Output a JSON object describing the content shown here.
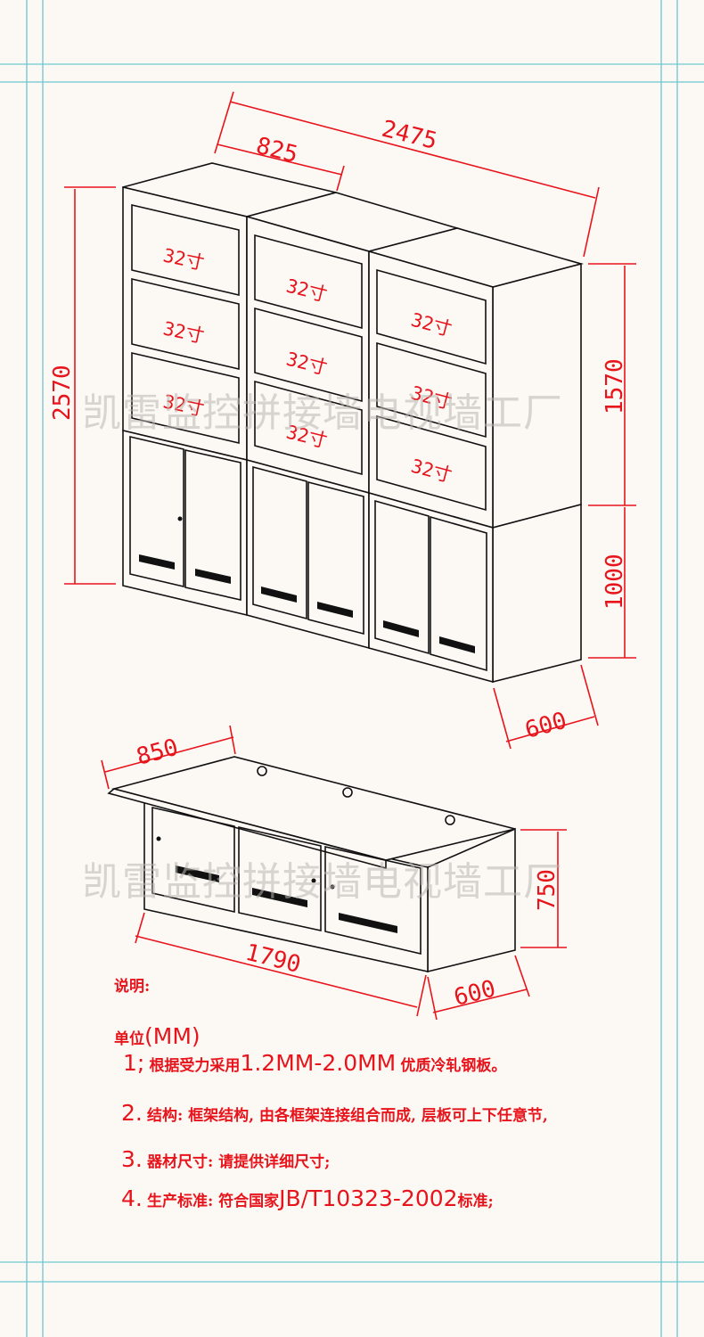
{
  "watermark": "凯雷监控拼接墙电视墙工厂",
  "cabinet": {
    "dimensions": {
      "total_width": "2475",
      "module_width": "825",
      "total_height": "2570",
      "upper_height": "1570",
      "lower_height": "1000",
      "depth": "600"
    },
    "screen_label": "32寸"
  },
  "console": {
    "dimensions": {
      "depth_top": "850",
      "length": "1790",
      "height": "750",
      "depth": "600"
    }
  },
  "notes": {
    "heading": "说明:",
    "unit_prefix": "单位",
    "unit_value": "(MM)",
    "items": [
      {
        "number": "1;",
        "text_cn1": "根据受力采用",
        "text_latin": "1.2MM-2.0MM",
        "text_cn2": "优质冷轧钢板。"
      },
      {
        "number": "2.",
        "text_cn1": "结构: 框架结构, 由各框架连接组合而成, 层板可上下任意节,",
        "text_latin": "",
        "text_cn2": ""
      },
      {
        "number": "3.",
        "text_cn1": "器材尺寸: 请提供详细尺寸;",
        "text_latin": "",
        "text_cn2": ""
      },
      {
        "number": "4.",
        "text_cn1": "生产标准: 符合国家",
        "text_latin": "JB/T10323-2002",
        "text_cn2": "标准;"
      }
    ]
  },
  "colors": {
    "background": "#fcf9f5",
    "guide": "#6cc7d2",
    "dimension": "#e8141c",
    "outline": "#111111",
    "watermark": "#b9b6b2"
  }
}
